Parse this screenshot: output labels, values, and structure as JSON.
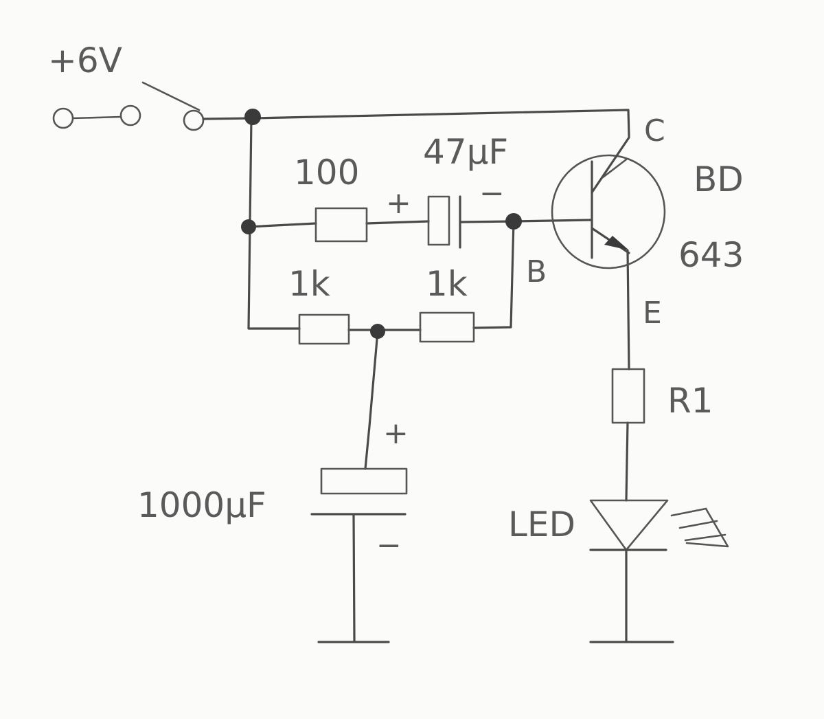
{
  "labels": {
    "supply": "+6V",
    "r_100": "100",
    "c_47": "47µF",
    "c_47_plus": "+",
    "c_47_minus": "−",
    "r_1k_left": "1k",
    "r_1k_right": "1k",
    "base": "B",
    "collector": "C",
    "emitter": "E",
    "transistor_line1": "BD",
    "transistor_line2": "643",
    "r1": "R1",
    "led": "LED",
    "c_1000": "1000µF",
    "c_1000_plus": "+",
    "c_1000_minus": "−"
  }
}
